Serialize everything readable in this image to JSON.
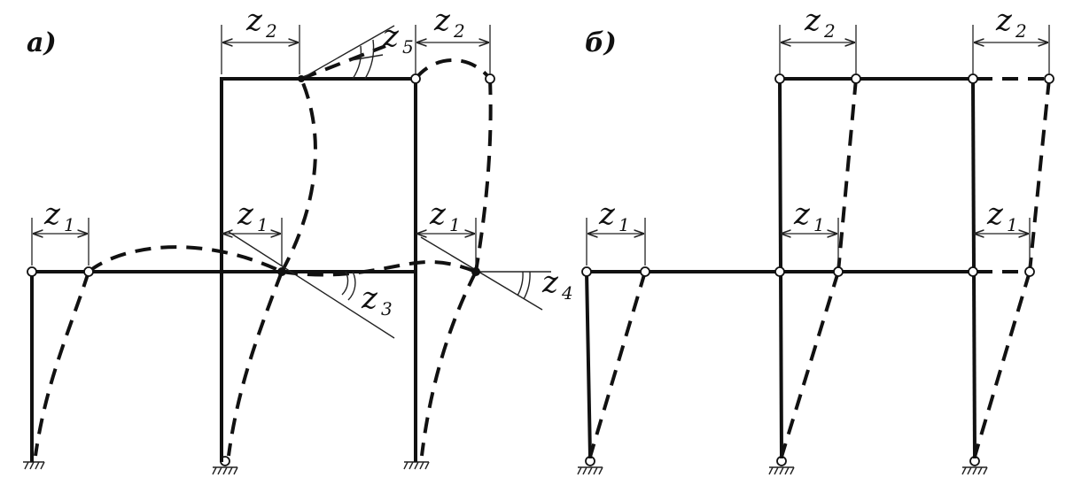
{
  "panel_a": {
    "label": "a)",
    "dimensions": [
      {
        "name": "z",
        "sub": "1"
      },
      {
        "name": "z",
        "sub": "1"
      },
      {
        "name": "z",
        "sub": "1"
      },
      {
        "name": "z",
        "sub": "2"
      },
      {
        "name": "z",
        "sub": "2"
      }
    ],
    "angles": [
      {
        "name": "z",
        "sub": "3"
      },
      {
        "name": "z",
        "sub": "4"
      },
      {
        "name": "z",
        "sub": "5"
      }
    ]
  },
  "panel_b": {
    "label": "б)",
    "dimensions": [
      {
        "name": "z",
        "sub": "1"
      },
      {
        "name": "z",
        "sub": "1"
      },
      {
        "name": "z",
        "sub": "1"
      },
      {
        "name": "z",
        "sub": "2"
      },
      {
        "name": "z",
        "sub": "2"
      }
    ]
  },
  "colors": {
    "ink": "#111111",
    "background": "#ffffff"
  }
}
